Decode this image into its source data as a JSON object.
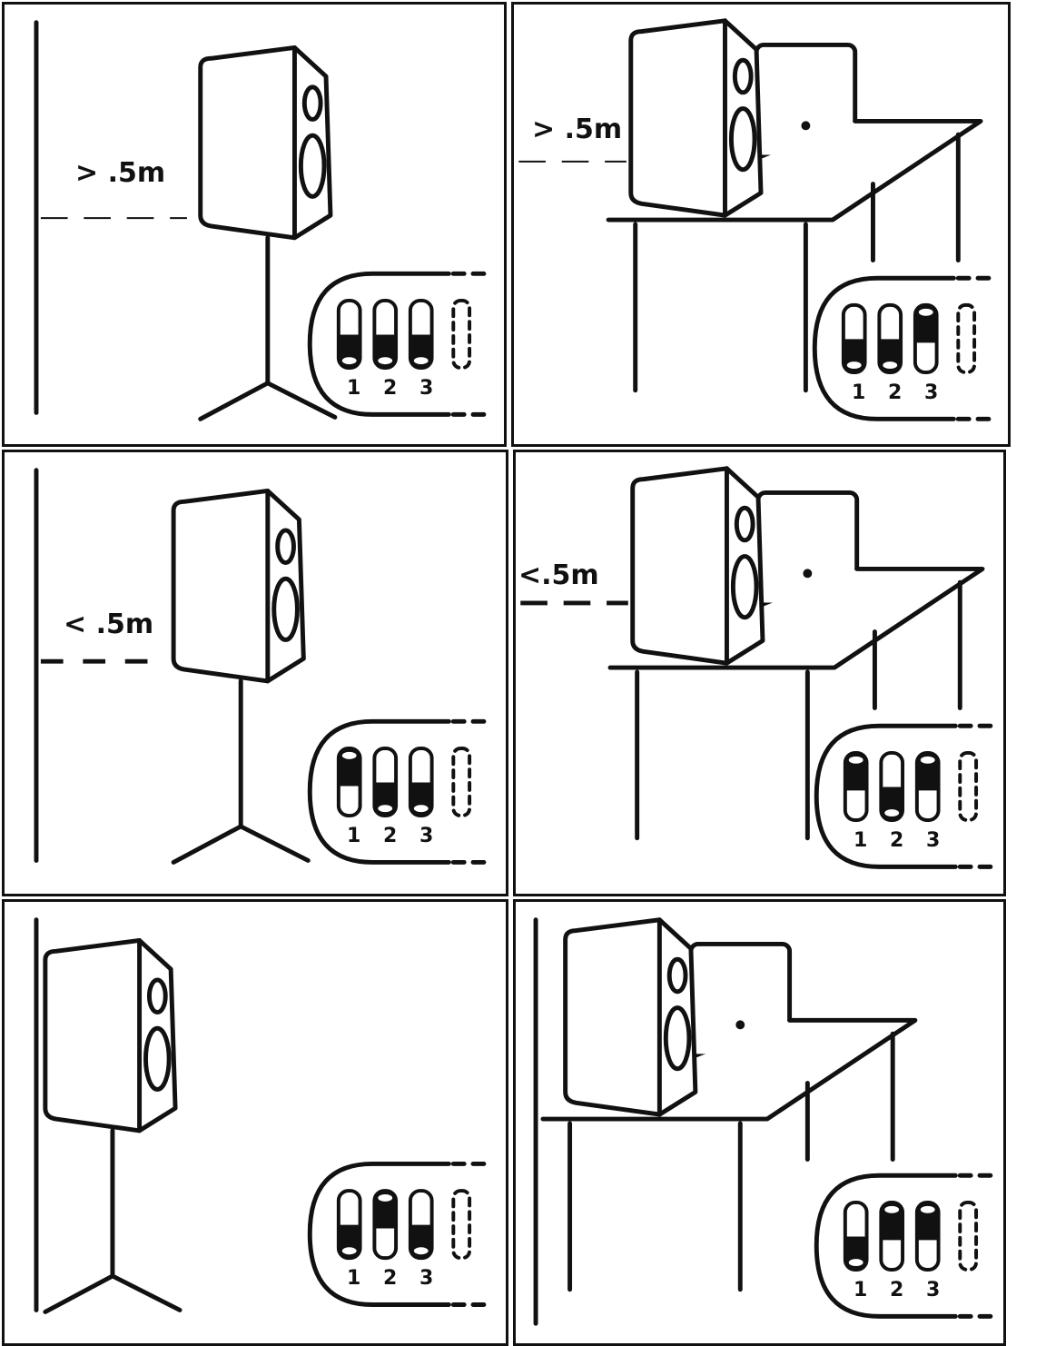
{
  "panels": [
    {
      "name": "stand-far-from-wall",
      "mount": "stand",
      "distance_label": "> .5m",
      "switches": [
        "down",
        "down",
        "down"
      ],
      "switch_numbers": [
        "1",
        "2",
        "3"
      ]
    },
    {
      "name": "desk-far-from-wall",
      "mount": "desk",
      "distance_label": "> .5m",
      "switches": [
        "down",
        "down",
        "up"
      ],
      "switch_numbers": [
        "1",
        "2",
        "3"
      ]
    },
    {
      "name": "stand-near-wall",
      "mount": "stand",
      "distance_label": "< .5m",
      "switches": [
        "up",
        "down",
        "down"
      ],
      "switch_numbers": [
        "1",
        "2",
        "3"
      ]
    },
    {
      "name": "desk-near-wall",
      "mount": "desk",
      "distance_label": "<.5m",
      "switches": [
        "up",
        "down",
        "up"
      ],
      "switch_numbers": [
        "1",
        "2",
        "3"
      ]
    },
    {
      "name": "stand-against-wall",
      "mount": "stand",
      "distance_label": null,
      "switches": [
        "down",
        "up",
        "down"
      ],
      "switch_numbers": [
        "1",
        "2",
        "3"
      ]
    },
    {
      "name": "desk-against-wall",
      "mount": "desk",
      "distance_label": null,
      "switches": [
        "down",
        "up",
        "up"
      ],
      "switch_numbers": [
        "1",
        "2",
        "3"
      ]
    }
  ]
}
